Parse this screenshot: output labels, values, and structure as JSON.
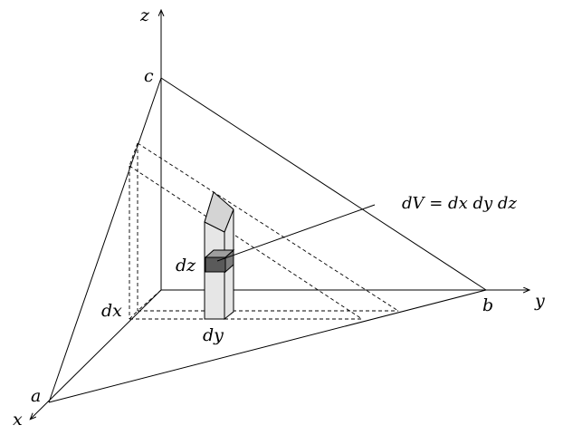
{
  "labels": {
    "axis_x": "x",
    "axis_y": "y",
    "axis_z": "z",
    "intercept_a": "a",
    "intercept_b": "b",
    "intercept_c": "c",
    "element_dx": "dx",
    "element_dy": "dy",
    "element_dz": "dz",
    "volume_equation": "dV = dx dy dz"
  }
}
